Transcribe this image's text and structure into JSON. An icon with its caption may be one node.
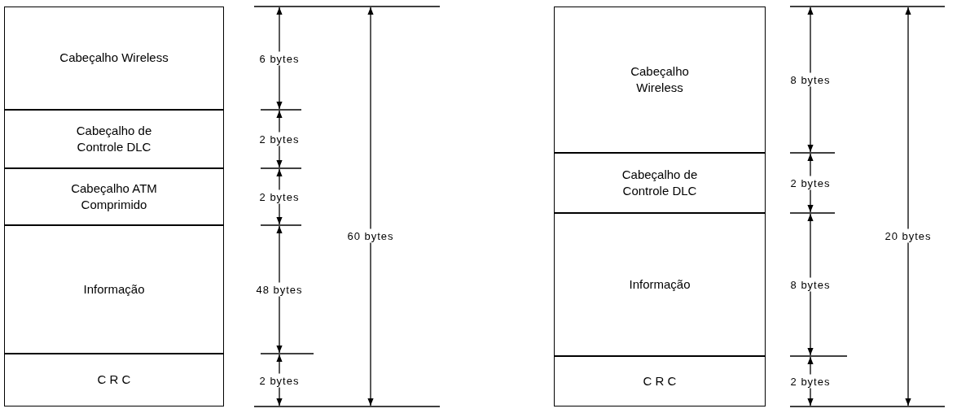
{
  "diagram": {
    "nodes": [
      {
        "text": [
          "Cabeçalho Wireless"
        ]
      },
      {
        "text": [
          "Cabeçalho de Controle DLC"
        ]
      },
      {
        "text": [
          "Cabeçalho ATM Comprimido"
        ]
      },
      {
        "text": [
          "Informação"
        ]
      },
      {
        "text": [
          "C R C"
        ]
      },
      {
        "text": [
          "Cabeçalho Wireless"
        ]
      },
      {
        "text": [
          "Cabeçalho de Controle DLC"
        ]
      },
      {
        "text": [
          "Informação"
        ]
      },
      {
        "text": [
          "C R C"
        ]
      }
    ],
    "labels": [
      "6 bytes",
      "2 bytes",
      "2 bytes",
      "60 bytes",
      "48 bytes",
      "2 bytes",
      "8 bytes",
      "2 bytes",
      "20 bytes",
      "8 bytes",
      "2 bytes"
    ]
  }
}
